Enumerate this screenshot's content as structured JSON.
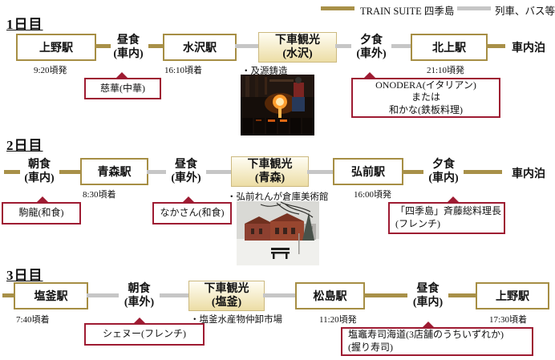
{
  "legend": {
    "train_label": "TRAIN SUITE 四季島",
    "bus_label": "列車、バス等"
  },
  "colors": {
    "train_line": "#a89048",
    "bus_line": "#c6c6c6",
    "callout_red": "#9e1b32",
    "tour_box_bg": "#f3e7ba"
  },
  "day1": {
    "label": "1日目",
    "ueno": "上野駅",
    "ueno_time": "9:20頃発",
    "lunch": "昼食\n(車内)",
    "lunch_callout": "慈華(中華)",
    "mizusawa": "水沢駅",
    "mizusawa_time": "16:10頃着",
    "sightseeing": "下車観光\n(水沢)",
    "sightseeing_note": "・及源鋳造",
    "dinner": "夕食\n(車外)",
    "dinner_callout": "ONODERA(イタリアン)\nまたは\n和かな(鉄板料理)",
    "kitakami": "北上駅",
    "kitakami_time": "21:10頃発",
    "overnight": "車内泊"
  },
  "day2": {
    "label": "2日目",
    "breakfast": "朝食\n(車内)",
    "breakfast_callout": "駒龍(和食)",
    "aomori": "青森駅",
    "aomori_time": "8:30頃着",
    "lunch": "昼食\n(車外)",
    "lunch_callout": "なかさん(和食)",
    "sightseeing": "下車観光\n(青森)",
    "sightseeing_note": "・弘前れんが倉庫美術館",
    "hirosaki": "弘前駅",
    "hirosaki_time": "16:00頃発",
    "dinner": "夕食\n(車内)",
    "dinner_callout": "「四季島」斉藤総料理長\n(フレンチ)",
    "overnight": "車内泊"
  },
  "day3": {
    "label": "3日目",
    "shiogama": "塩釜駅",
    "shiogama_time": "7:40頃着",
    "breakfast": "朝食\n(車外)",
    "breakfast_callout": "シェヌー(フレンチ)",
    "sightseeing": "下車観光\n(塩釜)",
    "sightseeing_note": "・塩釜水産物仲卸市場",
    "matsushima": "松島駅",
    "matsushima_time": "11:20頃発",
    "lunch": "昼食\n(車内)",
    "lunch_callout": "塩竈寿司海道(3店舗のうちいずれか)\n(握り寿司)",
    "ueno": "上野駅",
    "ueno_time": "17:30頃着"
  }
}
